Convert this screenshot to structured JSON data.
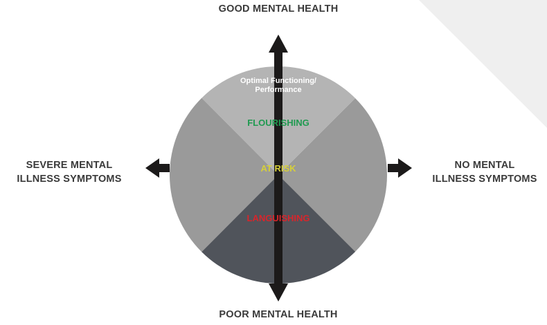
{
  "axes": {
    "top": "GOOD MENTAL HEALTH",
    "bottom": "POOR MENTAL HEALTH",
    "left_line1": "SEVERE MENTAL",
    "left_line2": "ILLNESS SYMPTOMS",
    "right_line1": "NO MENTAL",
    "right_line2": "ILLNESS SYMPTOMS"
  },
  "wedges": {
    "top_line1": "Optimal Functioning/",
    "top_line2": "Performance",
    "flourishing": "FLOURISHING",
    "at_risk": "AT RISK",
    "languishing": "LANGUISHING"
  },
  "colors": {
    "top_wedge": "#b4b4b4",
    "side_wedges": "#9a9a9a",
    "bottom_wedge": "#50545b",
    "arrows": "#1c1a1a",
    "flourishing": "#1f9a50",
    "at_risk": "#d6cf3a",
    "languishing": "#d8252b",
    "corner": "#efefef"
  }
}
